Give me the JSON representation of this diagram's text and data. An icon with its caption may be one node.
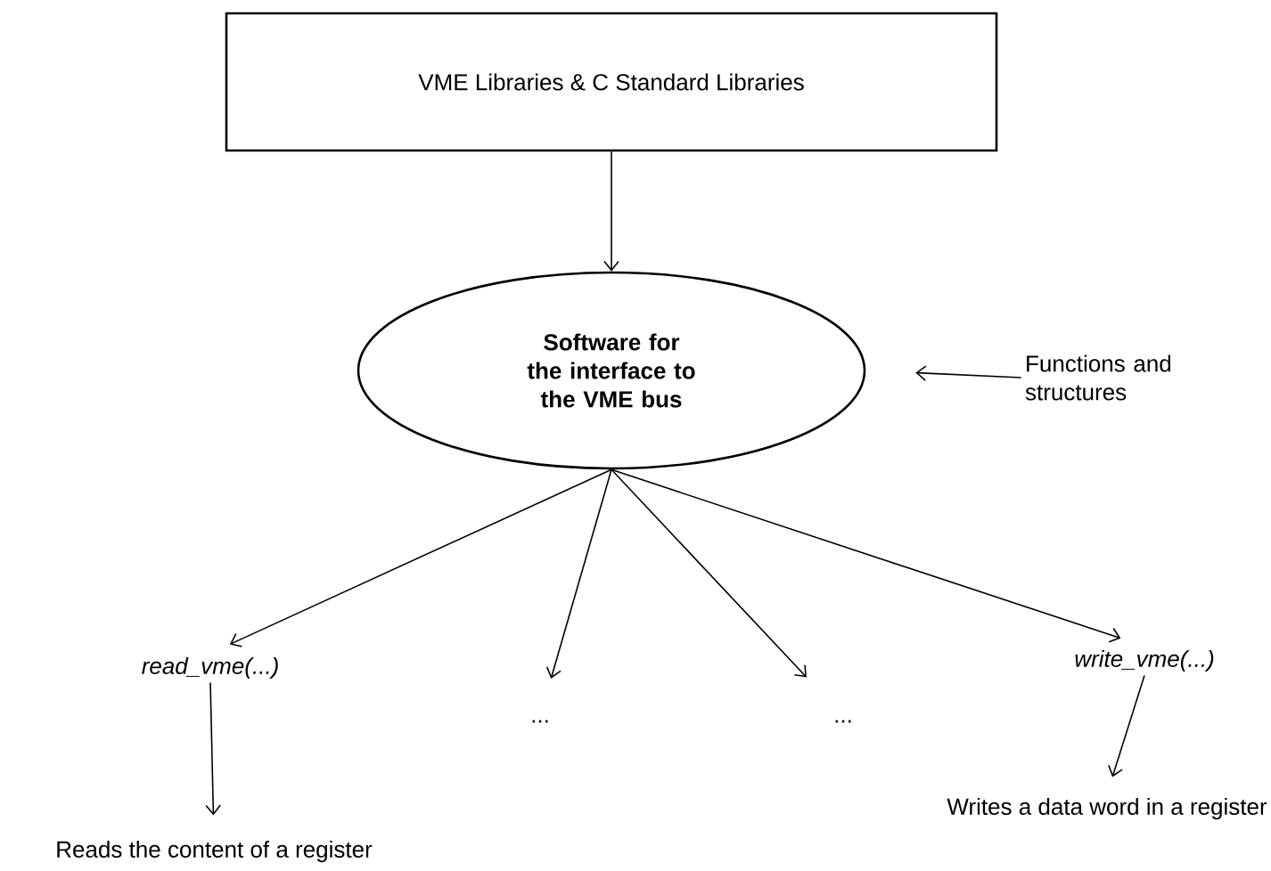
{
  "diagram": {
    "nodes": [
      {
        "text": [
          "VME Libraries & C Standard Libraries"
        ]
      },
      {
        "text": [
          "Software for the interface to the VME bus"
        ]
      },
      {
        "text": [
          "Functions and structures"
        ]
      },
      {
        "text": [
          "read_vme(...)"
        ]
      },
      {
        "text": [
          "..."
        ]
      },
      {
        "text": [
          "..."
        ]
      },
      {
        "text": [
          "write_vme(...)"
        ]
      },
      {
        "text": [
          "Reads the content of a register"
        ]
      },
      {
        "text": [
          "Writes a data word in a register"
        ]
      }
    ],
    "edges": [
      {
        "from": 0,
        "to": 1,
        "arrow": "to"
      },
      {
        "from": 2,
        "to": 1,
        "arrow": "to"
      },
      {
        "from": 1,
        "to": 3,
        "arrow": "to"
      },
      {
        "from": 1,
        "to": 4,
        "arrow": "to"
      },
      {
        "from": 1,
        "to": 5,
        "arrow": "to"
      },
      {
        "from": 1,
        "to": 6,
        "arrow": "to"
      },
      {
        "from": 3,
        "to": 7,
        "arrow": "to"
      },
      {
        "from": 6,
        "to": 8,
        "arrow": "to"
      }
    ]
  }
}
